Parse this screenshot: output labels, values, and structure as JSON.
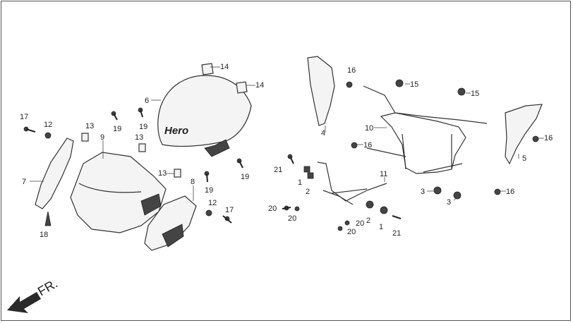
{
  "brand_text": "Hero",
  "direction_label": "FR.",
  "callouts": {
    "c1": "1",
    "c1b": "1",
    "c2": "2",
    "c2b": "2",
    "c3": "3",
    "c3b": "3",
    "c4": "4",
    "c5": "5",
    "c6": "6",
    "c7": "7",
    "c8": "8",
    "c9": "9",
    "c10": "10",
    "c11": "11",
    "c12": "12",
    "c12b": "12",
    "c13": "13",
    "c13b": "13",
    "c13c": "13",
    "c14": "14",
    "c14b": "14",
    "c15": "15",
    "c15b": "15",
    "c16": "16",
    "c16b": "16",
    "c16c": "16",
    "c16d": "16",
    "c17": "17",
    "c17b": "17",
    "c18": "18",
    "c19": "19",
    "c19b": "19",
    "c19c": "19",
    "c19d": "19",
    "c20": "20",
    "c20b": "20",
    "c20c": "20",
    "c20d": "20",
    "c21": "21",
    "c21b": "21"
  },
  "colors": {
    "line": "#333333",
    "arrow": "#2a2a2a"
  }
}
